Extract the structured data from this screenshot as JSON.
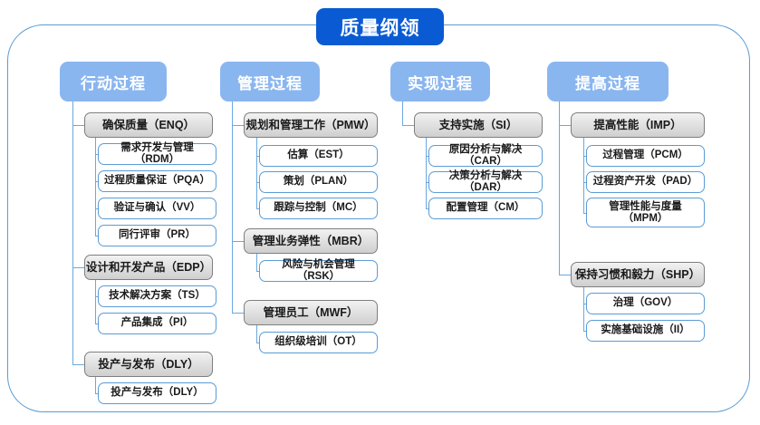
{
  "diagram": {
    "type": "hierarchy-tree",
    "root": {
      "label": "质量纲领"
    },
    "colors": {
      "root_fill": "#0a5bd3",
      "root_text": "#ffffff",
      "header_fill": "#8ab6f0",
      "header_text": "#ffffff",
      "group_fill": "#e2e2e2",
      "group_border": "#7f7f7f",
      "leaf_fill": "#ffffff",
      "leaf_border": "#5b9bd5",
      "connector": "#6aa8e0",
      "frame_border": "#5b9bd5"
    },
    "columns": [
      {
        "header": "行动过程",
        "groups": [
          {
            "label": "确保质量（ENQ）",
            "children": [
              {
                "label": "需求开发与管理（RDM）"
              },
              {
                "label": "过程质量保证（PQA）"
              },
              {
                "label": "验证与确认（VV）"
              },
              {
                "label": "同行评审（PR）"
              }
            ]
          },
          {
            "label": "设计和开发产品（EDP）",
            "children": [
              {
                "label": "技术解决方案（TS）"
              },
              {
                "label": "产品集成（PI）"
              }
            ]
          },
          {
            "label": "投产与发布（DLY）",
            "children": [
              {
                "label": "投产与发布（DLY）"
              }
            ]
          }
        ]
      },
      {
        "header": "管理过程",
        "groups": [
          {
            "label": "规划和管理工作（PMW）",
            "children": [
              {
                "label": "估算（EST）"
              },
              {
                "label": "策划（PLAN）"
              },
              {
                "label": "跟踪与控制（MC）"
              }
            ]
          },
          {
            "label": "管理业务弹性（MBR）",
            "children": [
              {
                "label": "风险与机会管理（RSK）"
              }
            ]
          },
          {
            "label": "管理员工（MWF）",
            "children": [
              {
                "label": "组织级培训（OT）"
              }
            ]
          }
        ]
      },
      {
        "header": "实现过程",
        "groups": [
          {
            "label": "支持实施（SI）",
            "children": [
              {
                "label": "原因分析与解决（CAR）"
              },
              {
                "label": "决策分析与解决（DAR）"
              },
              {
                "label": "配置管理（CM）"
              }
            ]
          }
        ]
      },
      {
        "header": "提高过程",
        "groups": [
          {
            "label": "提高性能（IMP）",
            "children": [
              {
                "label": "过程管理（PCM）"
              },
              {
                "label": "过程资产开发（PAD）"
              },
              {
                "label": "管理性能与度量\n（MPM）"
              }
            ]
          },
          {
            "label": "保持习惯和毅力（SHP）",
            "children": [
              {
                "label": "治理（GOV）"
              },
              {
                "label": "实施基础设施（II）"
              }
            ]
          }
        ]
      }
    ]
  }
}
